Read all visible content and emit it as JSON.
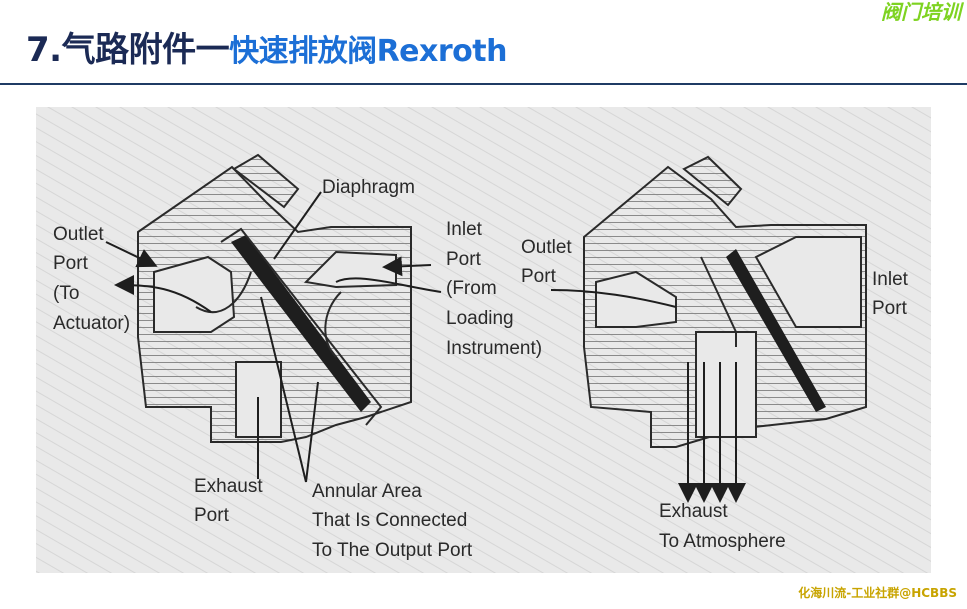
{
  "header": {
    "corner_brand": "阀门培训",
    "title_part1": "7.气路附件一",
    "title_part2": "快速排放阀Rexroth"
  },
  "figure": {
    "left_labels": {
      "diaphragm": "Diaphragm",
      "outlet_line1": "Outlet",
      "outlet_line2": "Port",
      "outlet_line3": "(To",
      "outlet_line4": "Actuator)",
      "inlet_line1": "Inlet",
      "inlet_line2": "Port",
      "inlet_line3": "(From",
      "inlet_line4": "Loading",
      "inlet_line5": "Instrument)",
      "exhaust_line1": "Exhaust",
      "exhaust_line2": "Port",
      "annular_line1": "Annular Area",
      "annular_line2": "That Is Connected",
      "annular_line3": "To The Output Port"
    },
    "right_labels": {
      "outlet_line1": "Outlet",
      "outlet_line2": "Port",
      "inlet_line1": "Inlet",
      "inlet_line2": "Port",
      "exhaust_line1": "Exhaust",
      "exhaust_line2": "To Atmosphere"
    }
  },
  "footer": {
    "watermark": "化海川流-工业社群@HCBBS"
  },
  "colors": {
    "title_dark": "#1b2a55",
    "title_blue": "#1c6fd6",
    "brand_green": "#7ed321",
    "footer_gold": "#c8a400"
  }
}
